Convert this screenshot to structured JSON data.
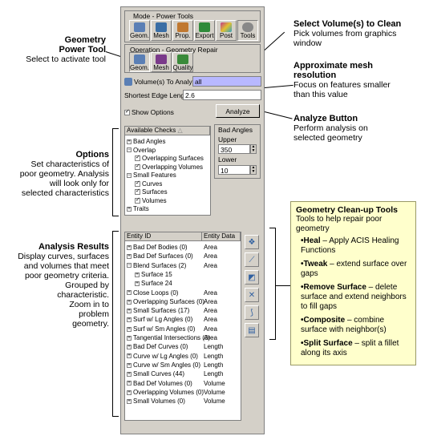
{
  "panel": {
    "mode_title": "Mode - Power Tools",
    "modes": [
      {
        "label": "Geom.",
        "color": "#5a7fb5"
      },
      {
        "label": "Mesh",
        "color": "#3a6ea5"
      },
      {
        "label": "Prop.",
        "color": "#c07830"
      },
      {
        "label": "Export",
        "color": "#2f8a3a"
      },
      {
        "label": "Post",
        "color": "#c03a8a"
      },
      {
        "label": "Tools",
        "color": "#888888"
      }
    ],
    "operation_title": "Operation - Geometry Repair",
    "operations": [
      {
        "label": "Geom.",
        "color": "#5a7fb5"
      },
      {
        "label": "Mesh",
        "color": "#7a3a8a"
      },
      {
        "label": "Quality",
        "color": "#3a8a3a"
      }
    ],
    "volumes_label": "Volume(s) To Analyze",
    "volumes_value": "all",
    "edge_label": "Shortest Edge Length",
    "edge_value": "2.6",
    "show_options_label": "Show Options",
    "analyze_label": "Analyze",
    "checks_header": "Available Checks",
    "checks": [
      {
        "label": "Bad Angles",
        "level": 0,
        "type": "expand"
      },
      {
        "label": "Overlap",
        "level": 0,
        "type": "collapse"
      },
      {
        "label": "Overlapping Surfaces",
        "level": 1,
        "type": "check"
      },
      {
        "label": "Overlapping Volumes",
        "level": 1,
        "type": "check"
      },
      {
        "label": "Small Features",
        "level": 0,
        "type": "collapse"
      },
      {
        "label": "Curves",
        "level": 1,
        "type": "check"
      },
      {
        "label": "Surfaces",
        "level": 1,
        "type": "check"
      },
      {
        "label": "Volumes",
        "level": 1,
        "type": "check"
      },
      {
        "label": "Traits",
        "level": 0,
        "type": "expand"
      }
    ],
    "bad_angles_title": "Bad Angles",
    "upper_bounds_label": "Upper Bounds",
    "upper_bounds_value": "350",
    "lower_bounds_label": "Lower Bounds",
    "lower_bounds_value": "10",
    "results_headers": [
      "Entity ID",
      "Entity Data"
    ],
    "results": [
      {
        "id": "Bad Def Bodies (0)",
        "data": "Area",
        "level": 0
      },
      {
        "id": "Bad Def Surfaces (0)",
        "data": "Area",
        "level": 0
      },
      {
        "id": "Blend Surfaces (2)",
        "data": "Area",
        "level": 0,
        "open": true
      },
      {
        "id": "Surface 15",
        "data": "",
        "level": 1
      },
      {
        "id": "Surface 24",
        "data": "",
        "level": 1
      },
      {
        "id": "Close Loops (0)",
        "data": "Area",
        "level": 0
      },
      {
        "id": "Overlapping Surfaces (0)",
        "data": "Area",
        "level": 0
      },
      {
        "id": "Small Surfaces (17)",
        "data": "Area",
        "level": 0
      },
      {
        "id": "Surf w/ Lg Angles (0)",
        "data": "Area",
        "level": 0
      },
      {
        "id": "Surf w/ Sm Angles (0)",
        "data": "Area",
        "level": 0
      },
      {
        "id": "Tangential Intersections (0)",
        "data": "Area",
        "level": 0
      },
      {
        "id": "Bad Def Curves (0)",
        "data": "Length",
        "level": 0
      },
      {
        "id": "Curve w/ Lg Angles (0)",
        "data": "Length",
        "level": 0
      },
      {
        "id": "Curve w/ Sm Angles (0)",
        "data": "Length",
        "level": 0
      },
      {
        "id": "Small Curves (44)",
        "data": "Length",
        "level": 0
      },
      {
        "id": "Bad Def Volumes (0)",
        "data": "Volume",
        "level": 0
      },
      {
        "id": "Overlapping Volumes (0)",
        "data": "Volume",
        "level": 0
      },
      {
        "id": "Small Volumes (0)",
        "data": "Volume",
        "level": 0
      }
    ]
  },
  "annotations": {
    "power_tool_title": "Geometry\nPower Tool",
    "power_tool_body": "Select to activate tool",
    "select_title": "Select Volume(s) to Clean",
    "select_body": "Pick volumes from graphics\nwindow",
    "mesh_title": "Approximate mesh\nresolution",
    "mesh_body": "Focus on features smaller\nthan this value",
    "analyze_title": "Analyze Button",
    "analyze_body": "Perform analysis on\nselected geometry",
    "options_title": "Options",
    "options_body": "Set characteristics of\npoor geometry. Analysis\nwill look only for\nselected characteristics",
    "results_title": "Analysis Results",
    "results_body": "Display curves, surfaces\nand volumes that meet\npoor geometry criteria.\nGrouped by\ncharacteristic.\nZoom in to\nproblem\ngeometry.",
    "cleanup_title": "Geometry Clean-up Tools",
    "cleanup_body": "Tools to help repair poor\ngeometry",
    "tools": [
      {
        "name": "Heal",
        "desc": " – Apply ACIS Healing Functions"
      },
      {
        "name": "Tweak",
        "desc": " – extend surface over gaps"
      },
      {
        "name": "Remove Surface",
        "desc": " – delete surface and extend neighbors to fill gaps"
      },
      {
        "name": "Composite",
        "desc": " – combine surface with neighbor(s)"
      },
      {
        "name": "Split Surface",
        "desc": " – split a fillet along its axis"
      }
    ]
  }
}
